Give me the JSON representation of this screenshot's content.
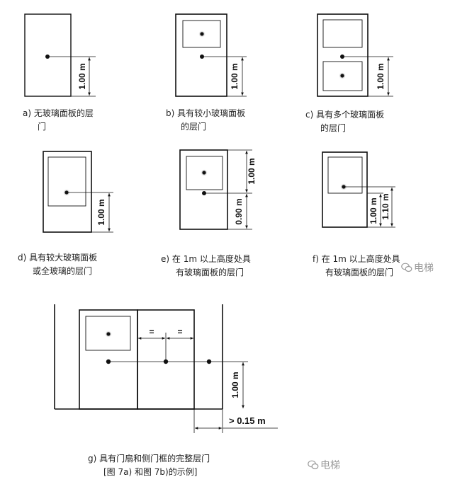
{
  "dimensions": {
    "a": "1.00 m",
    "b": "1.00 m",
    "c": "1.00 m",
    "d": "1.00 m",
    "e_upper": "1.00 m",
    "e_lower": "0.90 m",
    "f_inner": "1.00 m",
    "f_outer": "1.10 m",
    "g_height": "1.00 m",
    "g_offset": "> 0.15 m",
    "g_equal_left": "=",
    "g_equal_right": "="
  },
  "captions": {
    "a_line1": "a)  无玻璃面板的层",
    "a_line2": "门",
    "b_line1": "b)  具有较小玻璃面板",
    "b_line2": "的层门",
    "c_line1": "c)  具有多个玻璃面板",
    "c_line2": "的层门",
    "d_line1": "d)  具有较大玻璃面板",
    "d_line2": "或全玻璃的层门",
    "e_line1": "e)  在 1m 以上高度处具",
    "e_line2": "有玻璃面板的层门",
    "f_line1": "f)  在 1m 以上高度处具",
    "f_line2": "有玻璃面板的层门",
    "g_line1": "g)  具有门扇和侧门框的完整层门",
    "g_line2": "[图 7a) 和图 7b)的示例]"
  },
  "watermarks": {
    "upper": "电梯",
    "lower": "电梯"
  },
  "icons": {
    "watermark_icon": "wechat-logo-icon"
  }
}
